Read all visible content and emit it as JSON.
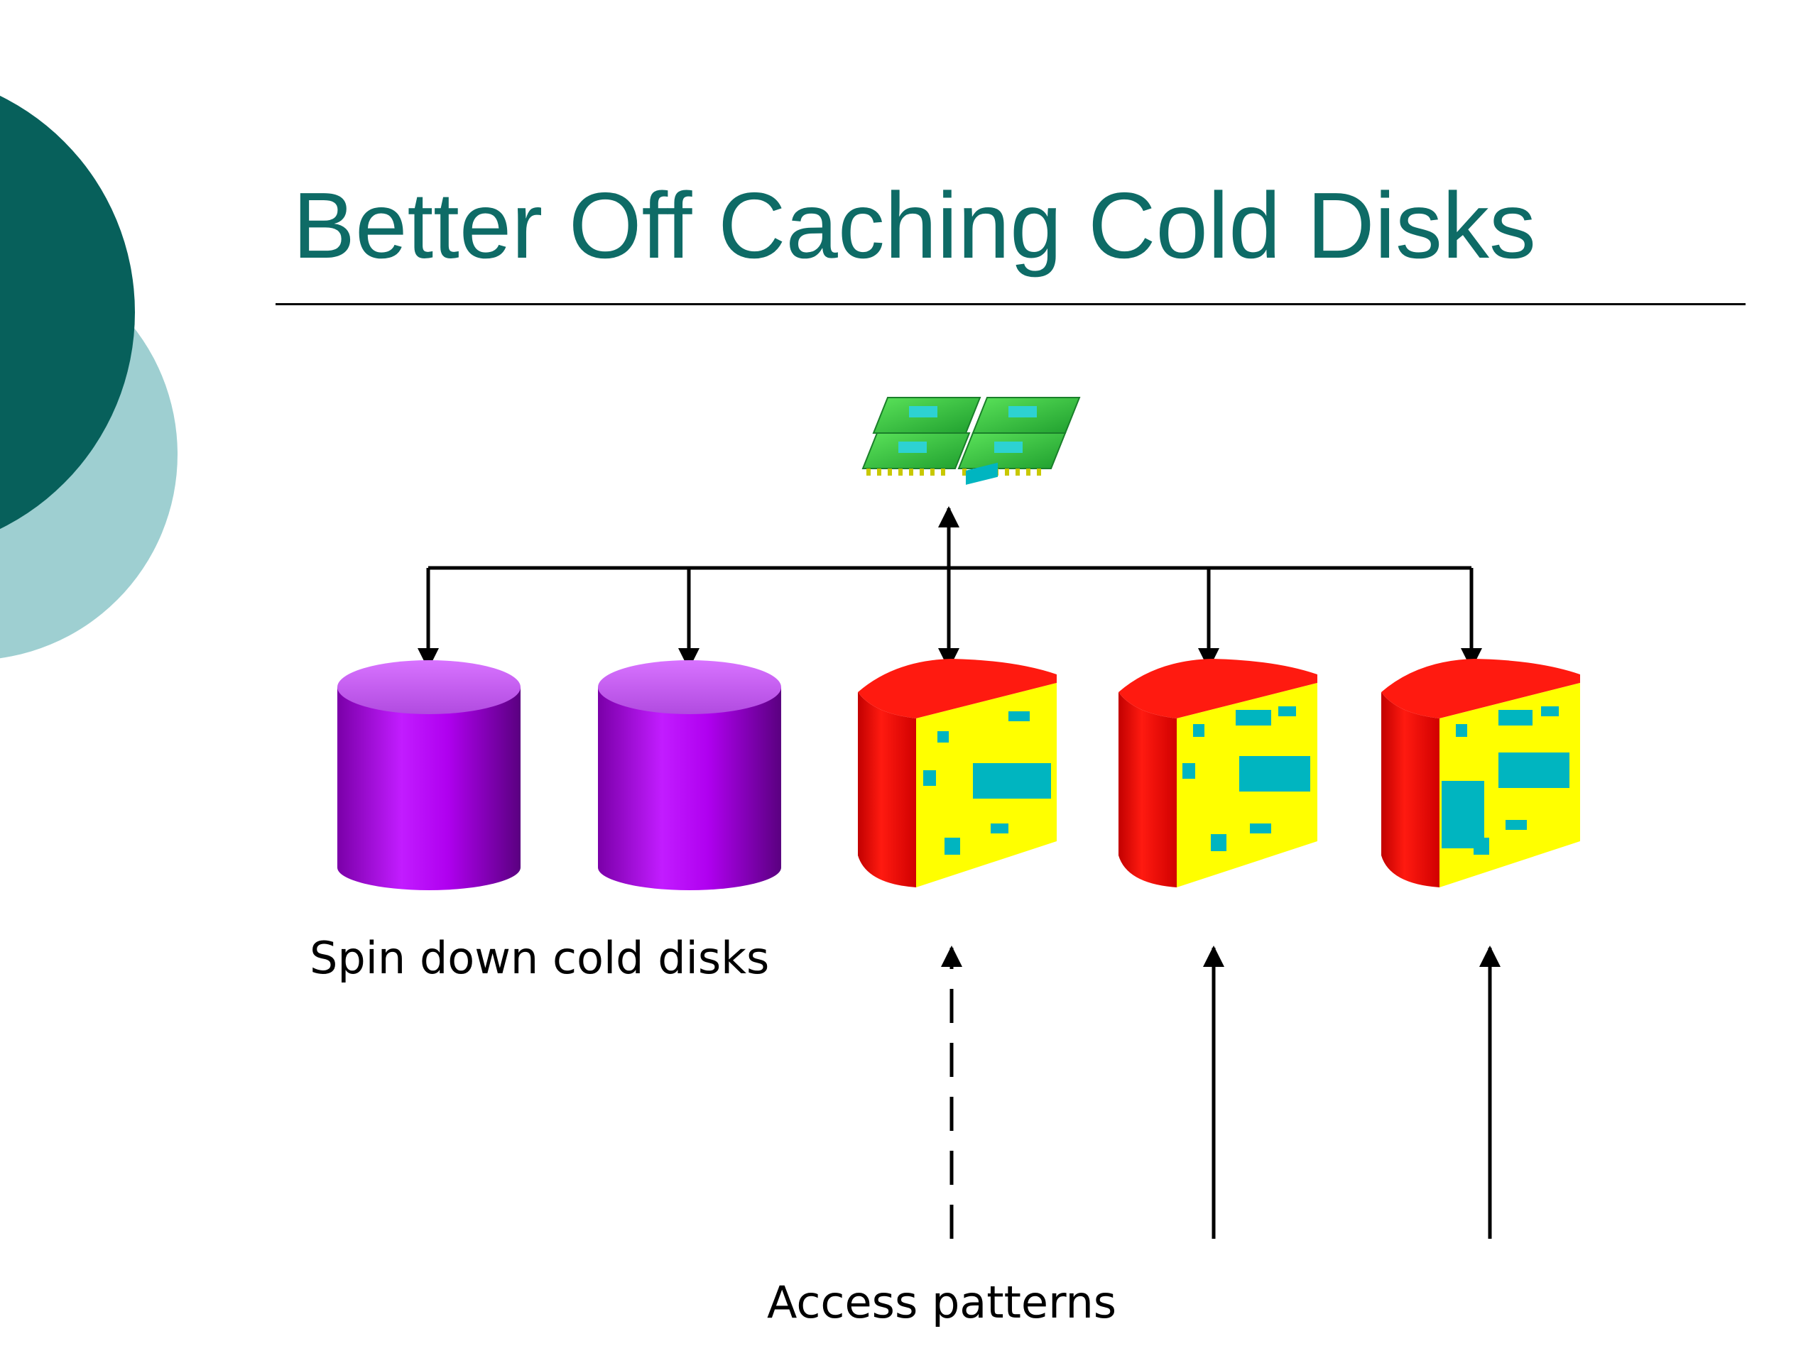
{
  "slide": {
    "title": "Better Off Caching Cold Disks"
  },
  "captions": {
    "cold_disks": "Spin down cold disks",
    "access_patterns": "Access patterns"
  },
  "colors": {
    "title": "#0e6b66",
    "decor_dark": "#07605b",
    "decor_light": "#9ecfd1",
    "cold_disk": "#b000f0",
    "hot_disk_shell": "#e8000a",
    "hot_disk_data": "#ffff00",
    "hot_disk_blocks": "#00b5c0",
    "memory_board": "#2ecc40",
    "lines": "#000000"
  },
  "icons": {
    "memory": "memory-module-icon",
    "cold_disk": "disk-cylinder-icon",
    "hot_disk": "disk-cutaway-icon"
  },
  "diagram": {
    "disks": [
      {
        "state": "cold",
        "spun_down": true
      },
      {
        "state": "cold",
        "spun_down": true
      },
      {
        "state": "hot",
        "access": "dashed"
      },
      {
        "state": "hot",
        "access": "solid"
      },
      {
        "state": "hot",
        "access": "solid"
      }
    ]
  }
}
